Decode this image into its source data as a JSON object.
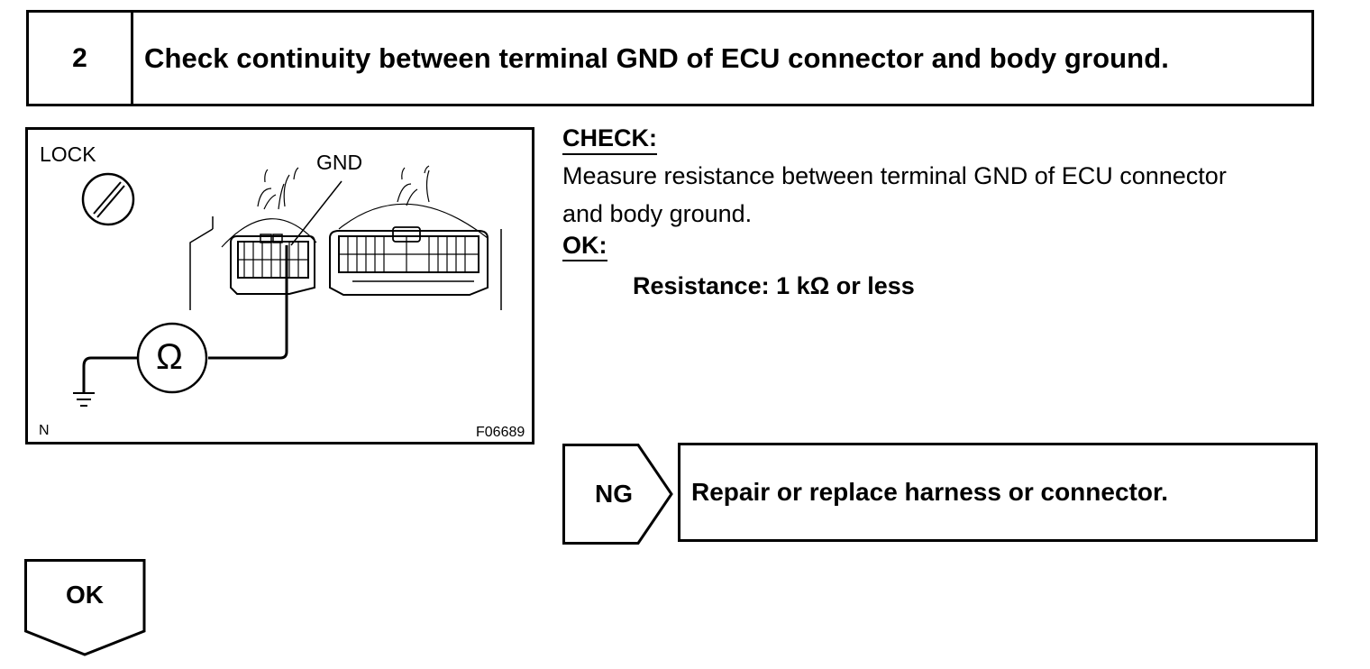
{
  "step": {
    "number": "2",
    "title": "Check continuity between terminal GND of ECU connector and body ground."
  },
  "figure": {
    "lock_label": "LOCK",
    "gnd_label": "GND",
    "ohm_symbol": "Ω",
    "corner_label": "N",
    "figure_code": "F06689"
  },
  "check": {
    "heading": "CHECK:",
    "description_line1": "Measure resistance between terminal GND of ECU connector",
    "description_line2": "and body ground.",
    "ok_heading": "OK:",
    "spec": "Resistance: 1 kΩ or less"
  },
  "ng": {
    "label": "NG",
    "action": "Repair or replace harness or connector."
  },
  "ok": {
    "label": "OK"
  }
}
